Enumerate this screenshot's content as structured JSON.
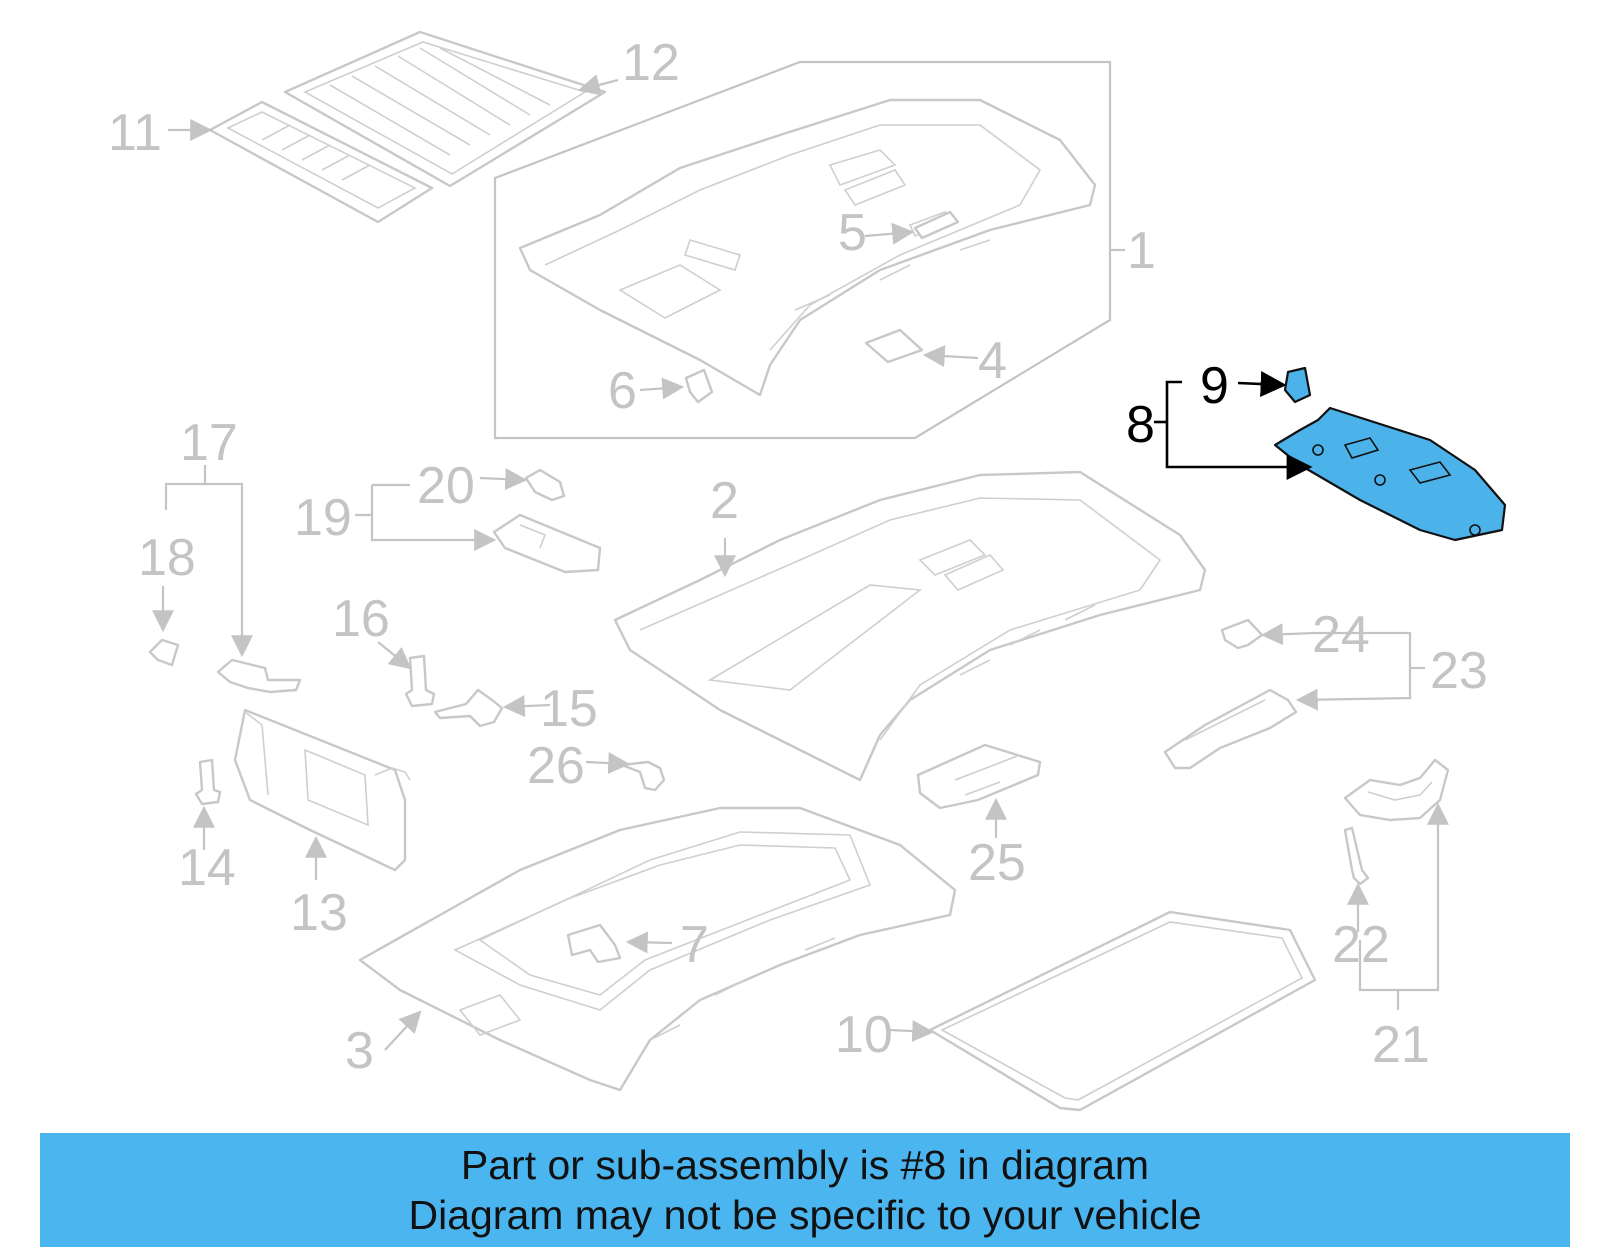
{
  "callouts": {
    "c1": "1",
    "c2": "2",
    "c3": "3",
    "c4": "4",
    "c5": "5",
    "c6": "6",
    "c7": "7",
    "c8": "8",
    "c9": "9",
    "c10": "10",
    "c11": "11",
    "c12": "12",
    "c13": "13",
    "c14": "14",
    "c15": "15",
    "c16": "16",
    "c17": "17",
    "c18": "18",
    "c19": "19",
    "c20": "20",
    "c21": "21",
    "c22": "22",
    "c23": "23",
    "c24": "24",
    "c25": "25",
    "c26": "26"
  },
  "highlight_color": "#4bb3ea",
  "banner": {
    "line1": "Part or sub-assembly is #8 in diagram",
    "line2": "Diagram may not be specific to your vehicle"
  }
}
